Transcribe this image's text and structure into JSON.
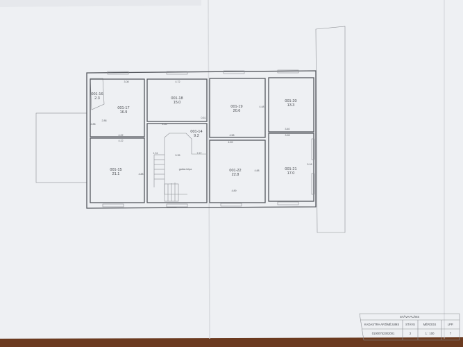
{
  "rooms": [
    {
      "id": "001-16",
      "area": "2.3"
    },
    {
      "id": "001-17",
      "area": "16.9"
    },
    {
      "id": "001-18",
      "area": "15.0"
    },
    {
      "id": "001-14",
      "area": "9.2"
    },
    {
      "id": "001-15",
      "area": "21.1"
    },
    {
      "id": "001-19",
      "area": "20.6"
    },
    {
      "id": "001-20",
      "area": "13.3"
    },
    {
      "id": "001-22",
      "area": "22.8"
    },
    {
      "id": "001-21",
      "area": "17.0"
    }
  ],
  "stair_label": "gaitas telpa",
  "dimensions": [
    "3.08",
    "4.72",
    "4.22",
    "4.22",
    "4.88",
    "2.88",
    "4.59",
    "4.58",
    "4.89",
    "3.40",
    "3.28",
    "5.18",
    "4.88",
    "4.48",
    "4.65",
    "7.27",
    "5.35",
    "1.31",
    "0.51",
    "2.88"
  ],
  "title_block": {
    "title": "STĀVA PLĀNS",
    "headers": [
      "KADASTRA APZĪMĒJUMS",
      "STĀVS",
      "MĒROGS",
      "LPP."
    ],
    "values": [
      "01000752302001",
      "2",
      "1 : 100",
      "7"
    ]
  }
}
